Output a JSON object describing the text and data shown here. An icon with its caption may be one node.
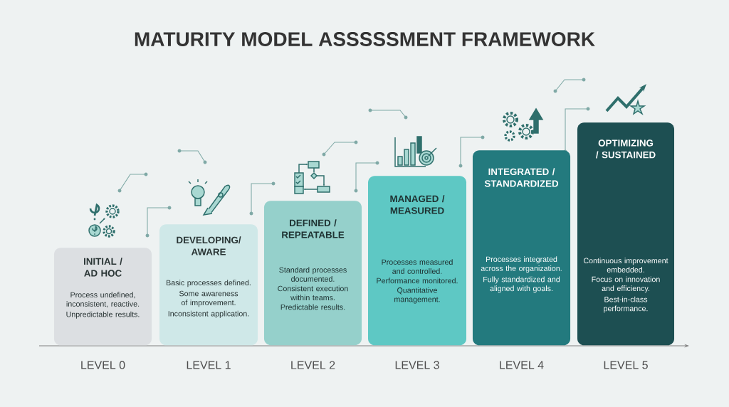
{
  "diagram": {
    "title": "MATURITY MODEL ASSSSSMENT FRAMEWORK",
    "nodes": [
      {
        "text": [
          "INITIAL / AD HOC",
          "Process undefined, inconsistent, reactive.",
          "Unpredictable results."
        ],
        "beside": [
          "LEVEL 0"
        ]
      },
      {
        "text": [
          "DEVELOPING/ AWARE",
          "Basic processes defined.",
          "Some awareness of improvement.",
          "Inconsistent application."
        ],
        "beside": [
          "LEVEL 1"
        ]
      },
      {
        "text": [
          "DEFINED / REPEATABLE",
          "Standard processes documented.",
          "Consistent execution within teams.",
          "Predictable results."
        ],
        "beside": [
          "LEVEL 2"
        ]
      },
      {
        "text": [
          "MANAGED / MEASURED",
          "Processes measured and controlled.",
          "Performance monitored.",
          "Quantitative management."
        ],
        "beside": [
          "LEVEL 3"
        ]
      },
      {
        "text": [
          "INTEGRATED / STANDARDIZED",
          "Processes integrated across the organization.",
          "Fully standardized and aligned with goals."
        ],
        "beside": [
          "LEVEL 4"
        ]
      },
      {
        "text": [
          "OPTIMIZING / SUSTAINED",
          "Continuous improvement embedded.",
          "Focus on innovation and efficiency.",
          "Best-in-class performance."
        ],
        "beside": [
          "LEVEL 5"
        ]
      }
    ]
  }
}
